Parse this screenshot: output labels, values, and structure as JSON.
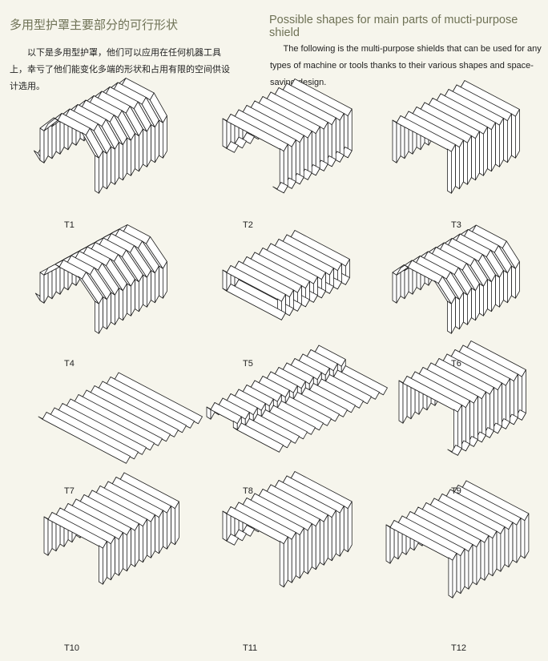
{
  "header": {
    "title_cn": "多用型护罩主要部分的可行形状",
    "title_en": "Possible shapes for main parts of mucti-purpose shield",
    "body_cn": "以下是多用型护罩，他们可以应用在任何机器工具上，幸亏了他们能变化多端的形状和占用有限的空间供设计选用。",
    "body_en": "The following is the multi-purpose shields that can be used for any types of machine or tools thanks to their various shapes and space-saving design."
  },
  "shapes": [
    {
      "label": "T1"
    },
    {
      "label": "T2"
    },
    {
      "label": "T3"
    },
    {
      "label": "T4"
    },
    {
      "label": "T5"
    },
    {
      "label": "T6"
    },
    {
      "label": "T7"
    },
    {
      "label": "T8"
    },
    {
      "label": "T9"
    },
    {
      "label": "T10"
    },
    {
      "label": "T11"
    },
    {
      "label": "T12"
    }
  ],
  "colors": {
    "background": "#f6f5ec",
    "heading": "#6f7256",
    "line": "#222222"
  }
}
